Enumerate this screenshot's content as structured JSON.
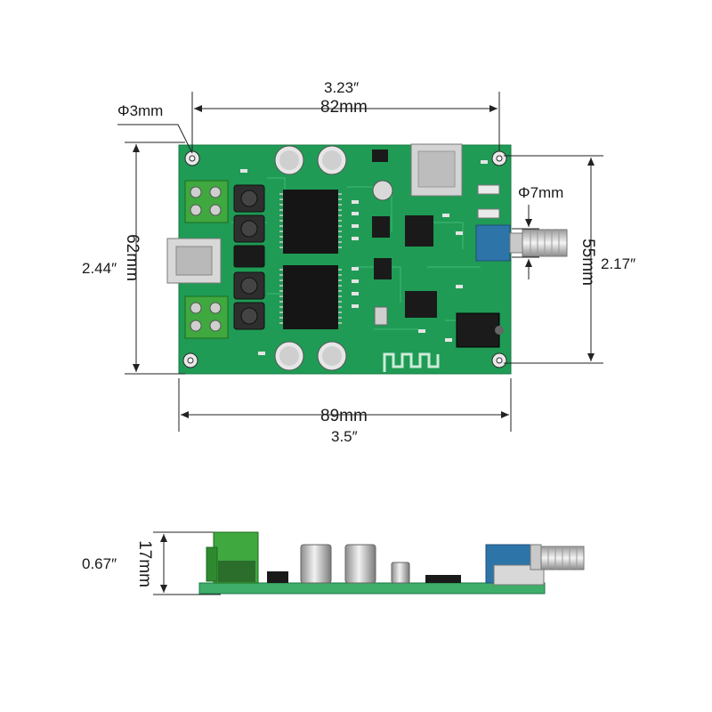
{
  "top_view": {
    "width_inches": "3.23″",
    "width_mm": "82mm",
    "hole_diameter": "Φ3mm",
    "knob_diameter": "Φ7mm",
    "height_inches_left": "2.44″",
    "height_mm_left": "62mm",
    "height_mm_right": "55mm",
    "height_inches_right": "2.17″",
    "total_width_mm": "89mm",
    "total_width_inches": "3.5″",
    "board_color": "#1f9b55",
    "terminal_color": "#3fa83f"
  },
  "side_view": {
    "height_inches": "0.67″",
    "height_mm": "17mm"
  }
}
